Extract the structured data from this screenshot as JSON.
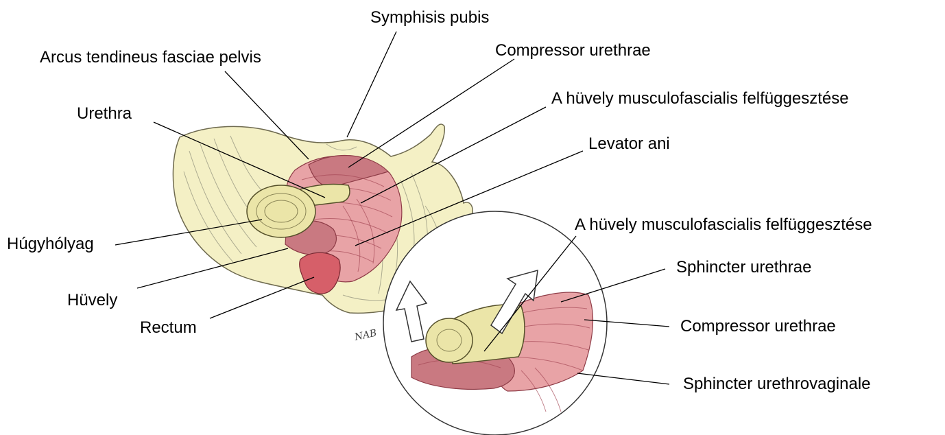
{
  "colors": {
    "bone": "#f4f0c5",
    "bone_outline": "#6e6a4f",
    "muscle": "#e8a3a6",
    "muscle_dark": "#c97981",
    "rectum": "#d65f69",
    "urethra_tube": "#ebe5a8",
    "leader_line": "#000000"
  },
  "labels": {
    "symphysis_pubis": "Symphisis pubis",
    "arcus_tendineus": "Arcus tendineus fasciae pelvis",
    "compressor_urethrae_top": "Compressor urethrae",
    "musculofascial_top": "A hüvely musculofascialis felfüggesztése",
    "urethra": "Urethra",
    "levator_ani": "Levator ani",
    "musculofascial_inset": "A hüvely musculofascialis felfüggesztése",
    "hugyholyag": "Húgyhólyag",
    "sphincter_urethrae": "Sphincter urethrae",
    "huvely": "Hüvely",
    "compressor_urethrae_inset": "Compressor urethrae",
    "rectum": "Rectum",
    "sphincter_urethrovaginale": "Sphincter urethrovaginale"
  },
  "signature": "NAB"
}
